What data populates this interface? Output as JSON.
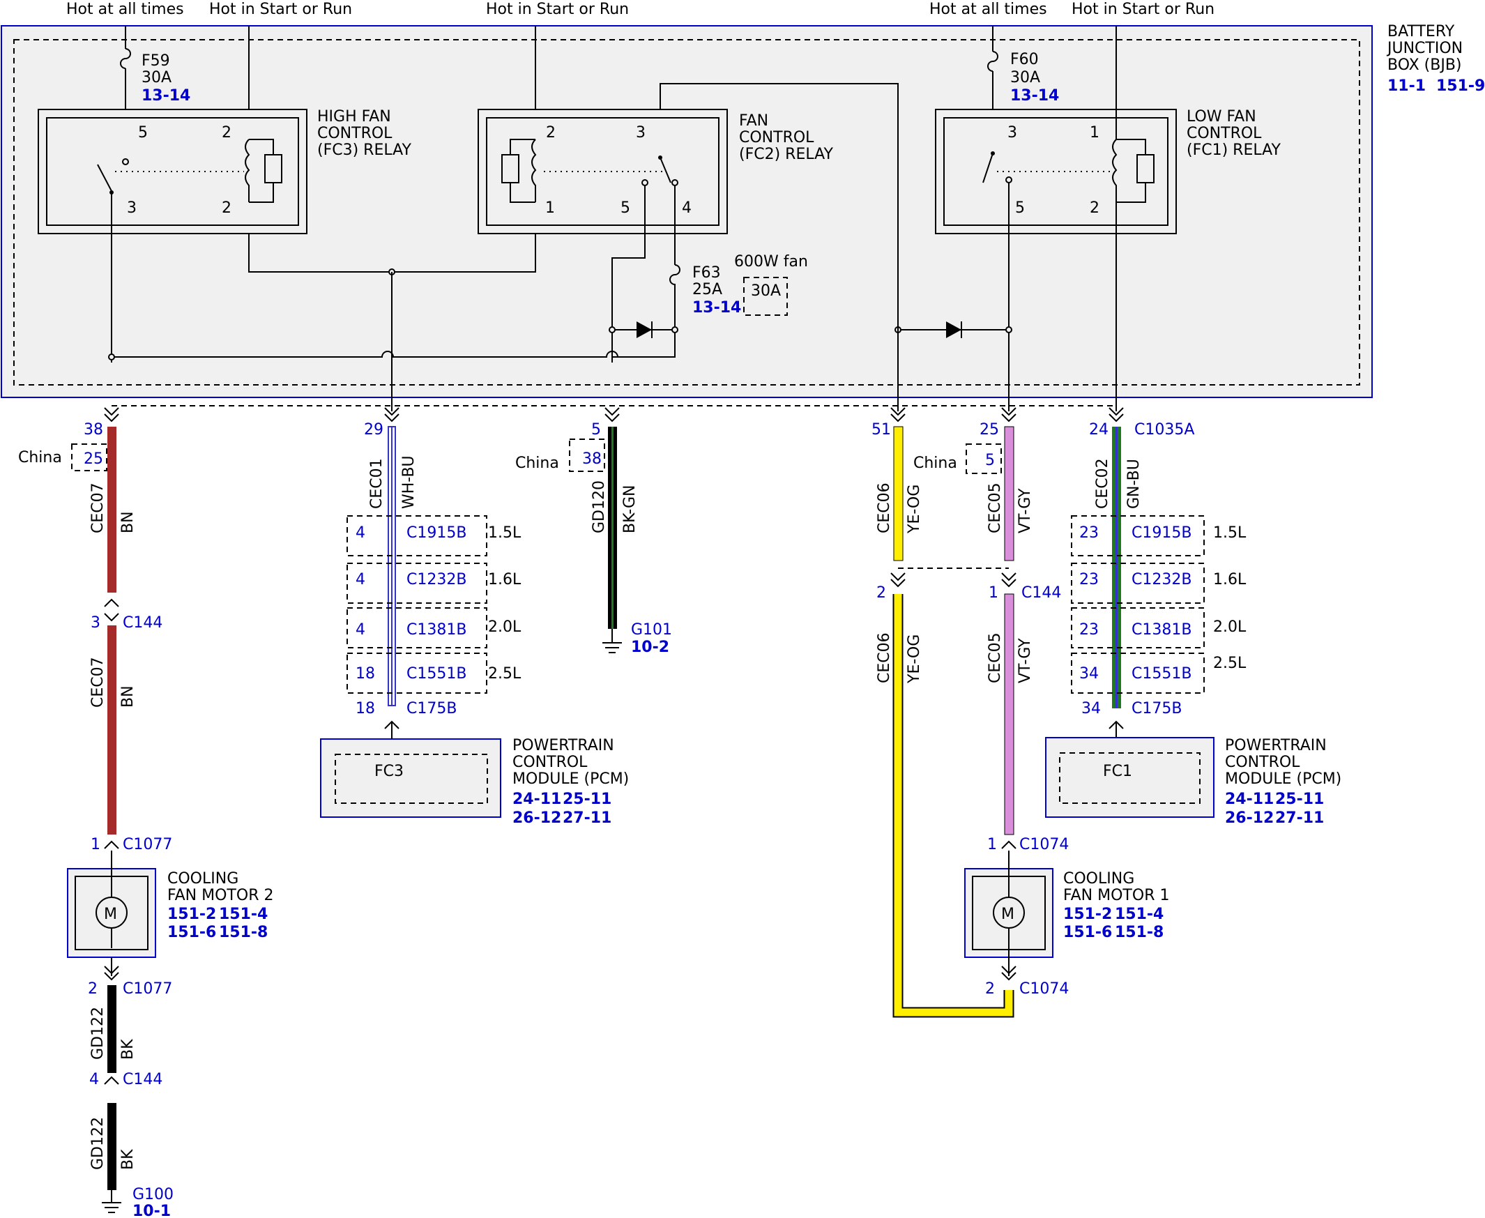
{
  "supply_labels": {
    "hot_all_1": "Hot at all times",
    "hot_start_1": "Hot in Start or Run",
    "hot_start_2": "Hot in Start or Run",
    "hot_all_2": "Hot at all times",
    "hot_start_3": "Hot in Start or Run"
  },
  "bjb": {
    "title_1": "BATTERY",
    "title_2": "JUNCTION",
    "title_3": "BOX (BJB)",
    "ref_1": "11-1",
    "ref_2": "151-9"
  },
  "fuses": {
    "f59_name": "F59",
    "f59_rating": "30A",
    "f59_ref": "13-14",
    "f60_name": "F60",
    "f60_rating": "30A",
    "f60_ref": "13-14",
    "f63_name": "F63",
    "f63_rating": "25A",
    "f63_ref": "13-14",
    "f63_option": "600W fan",
    "f63_option_rating": "30A"
  },
  "relays": {
    "fc3_line1": "HIGH FAN",
    "fc3_line2": "CONTROL",
    "fc3_line3": "(FC3) RELAY",
    "fc3_pins": [
      "5",
      "2",
      "3",
      "2"
    ],
    "fc2_line1": "FAN",
    "fc2_line2": "CONTROL",
    "fc2_line3": "(FC2) RELAY",
    "fc2_pins": [
      "2",
      "3",
      "1",
      "5",
      "4"
    ],
    "fc1_line1": "LOW FAN",
    "fc1_line2": "CONTROL",
    "fc1_line3": "(FC1) RELAY",
    "fc1_pins": [
      "3",
      "1",
      "5",
      "2"
    ]
  },
  "connectors": {
    "c1035a": "C1035A",
    "c144": "C144",
    "c1077": "C1077",
    "c1074": "C1074",
    "c175b": "C175B",
    "c1915b": "C1915B",
    "c1232b": "C1232B",
    "c1381b": "C1381B",
    "c1551b": "C1551B",
    "china": "China",
    "engines": [
      "1.5L",
      "1.6L",
      "2.0L",
      "2.5L"
    ]
  },
  "pins": {
    "w1_top": "38",
    "w1_china": "25",
    "w1_c144": "3",
    "w1_c1077": "1",
    "w1_c1077_b": "2",
    "w1_c144_b": "4",
    "w2_top": "29",
    "w2_alts": [
      "4",
      "4",
      "4",
      "18"
    ],
    "w2_c175b": "18",
    "w3_top": "5",
    "w3_china": "38",
    "w4_top": "51",
    "w4_c144": "2",
    "w5_top": "25",
    "w5_china": "5",
    "w5_c144": "1",
    "w5_c1074": "1",
    "w5_c1074_b": "2",
    "w6_top": "24",
    "w6_alts": [
      "23",
      "23",
      "23",
      "34"
    ],
    "w6_c175b": "34"
  },
  "wires": {
    "cec07": "CEC07",
    "bn": "BN",
    "cec01": "CEC01",
    "wh_bu": "WH-BU",
    "gd120": "GD120",
    "bk_gn": "BK-GN",
    "cec06": "CEC06",
    "ye_og": "YE-OG",
    "cec05": "CEC05",
    "vt_gy": "VT-GY",
    "cec02": "CEC02",
    "gn_bu": "GN-BU",
    "gd122": "GD122",
    "bk": "BK"
  },
  "grounds": {
    "g101": "G101",
    "g101_ref": "10-2",
    "g100": "G100",
    "g100_ref": "10-1"
  },
  "pcm": {
    "fc3": "FC3",
    "fc1": "FC1",
    "line1": "POWERTRAIN",
    "line2": "CONTROL",
    "line3": "MODULE (PCM)",
    "refs_1": [
      "24-11",
      "25-11"
    ],
    "refs_2": [
      "26-12",
      "27-11"
    ]
  },
  "motors": {
    "symbol": "M",
    "m2_line1": "COOLING",
    "m2_line2": "FAN MOTOR 2",
    "m1_line1": "COOLING",
    "m1_line2": "FAN MOTOR 1",
    "refs_1": [
      "151-2",
      "151-4"
    ],
    "refs_2": [
      "151-6",
      "151-8"
    ]
  },
  "colors": {
    "border_blue": "#0000cc",
    "fill_gray": "#f0f0f0",
    "brown": "#a52a2a",
    "yellow": "#ffee00",
    "violet": "#d98fd9",
    "green": "#1f7a1f",
    "wire_blue": "#3333cc"
  }
}
